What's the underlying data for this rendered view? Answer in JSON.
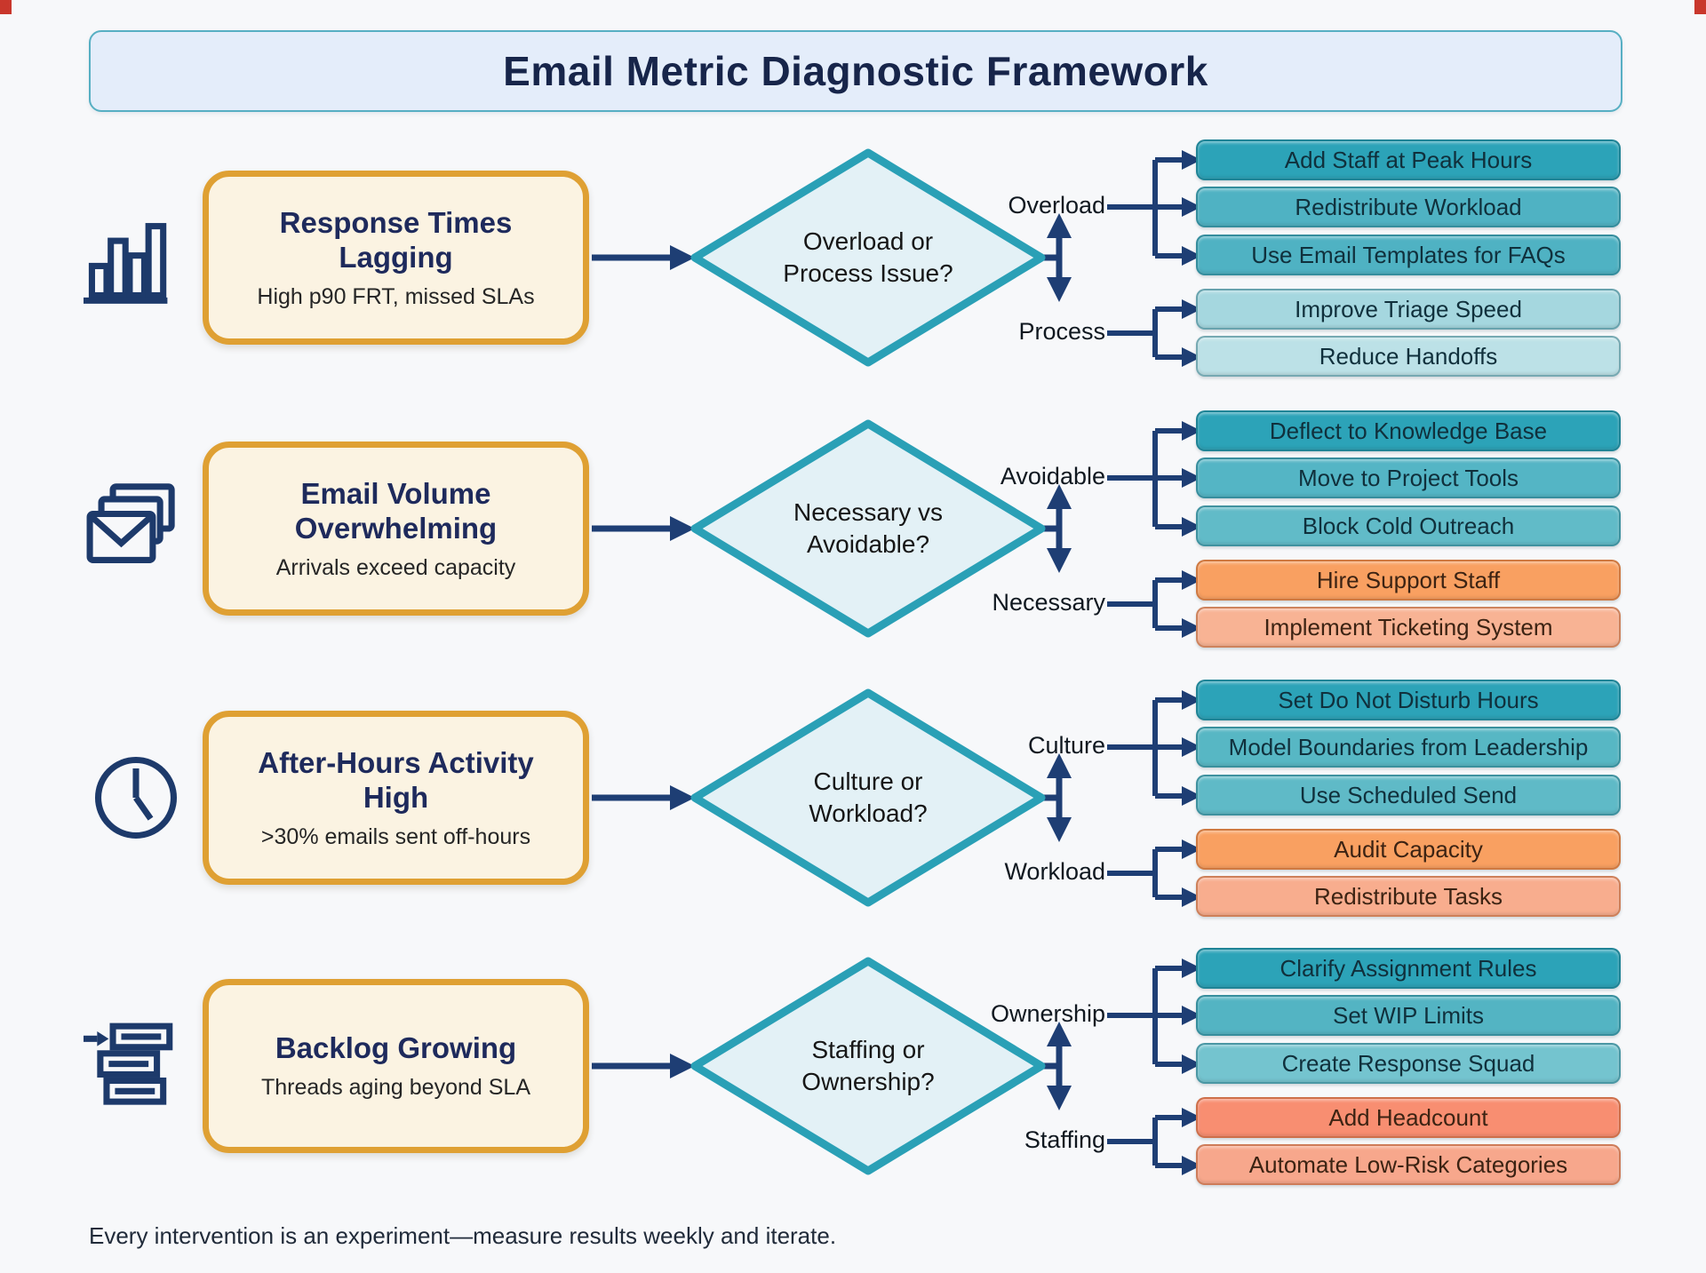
{
  "title": "Email Metric Diagnostic Framework",
  "footer": "Every intervention is an experiment—measure results weekly and iterate.",
  "palette": {
    "background": "#f7f8fa",
    "title_fill": "#e4edfa",
    "title_border": "#57afc3",
    "problem_fill": "#fbf3e2",
    "problem_border": "#dfa033",
    "diamond_fill": "#e3f1f6",
    "diamond_border": "#2aa0b6",
    "arrow_navy": "#1e3e74",
    "icon_navy": "#1d3a6b",
    "corner_mark_red": "#c9372c"
  },
  "rows": [
    {
      "icon": "bar-chart-icon",
      "problem": {
        "title": "Response Times Lagging",
        "subtitle": "High p90 FRT, missed SLAs"
      },
      "decision": {
        "line1": "Overload or",
        "line2": "Process Issue?"
      },
      "branch_top": {
        "label": "Overload",
        "actions": [
          {
            "label": "Add Staff at Peak Hours",
            "bg": "#2ca3b8"
          },
          {
            "label": "Redistribute Workload",
            "bg": "#4fb2c3"
          },
          {
            "label": "Use Email Templates for FAQs",
            "bg": "#4fb2c3"
          }
        ]
      },
      "branch_bottom": {
        "label": "Process",
        "actions": [
          {
            "label": "Improve Triage Speed",
            "bg": "#a5d7df"
          },
          {
            "label": "Reduce Handoffs",
            "bg": "#bce1e7"
          }
        ]
      }
    },
    {
      "icon": "envelopes-icon",
      "problem": {
        "title": "Email Volume Overwhelming",
        "subtitle": "Arrivals exceed capacity"
      },
      "decision": {
        "line1": "Necessary vs",
        "line2": "Avoidable?"
      },
      "branch_top": {
        "label": "Avoidable",
        "actions": [
          {
            "label": "Deflect to Knowledge Base",
            "bg": "#2ca3b8"
          },
          {
            "label": "Move to Project Tools",
            "bg": "#54b5c5"
          },
          {
            "label": "Block Cold Outreach",
            "bg": "#61bbc8"
          }
        ]
      },
      "branch_bottom": {
        "label": "Necessary",
        "actions": [
          {
            "label": "Hire Support Staff",
            "bg": "#f9a061"
          },
          {
            "label": "Implement Ticketing System",
            "bg": "#f8b394"
          }
        ]
      }
    },
    {
      "icon": "clock-icon",
      "problem": {
        "title": "After-Hours Activity High",
        "subtitle": ">30% emails sent off-hours"
      },
      "decision": {
        "line1": "Culture or",
        "line2": "Workload?"
      },
      "branch_top": {
        "label": "Culture",
        "actions": [
          {
            "label": "Set Do Not Disturb Hours",
            "bg": "#2ca3b8"
          },
          {
            "label": "Model Boundaries from Leadership",
            "bg": "#57b7c4"
          },
          {
            "label": "Use Scheduled Send",
            "bg": "#5fbac7"
          }
        ]
      },
      "branch_bottom": {
        "label": "Workload",
        "actions": [
          {
            "label": "Audit Capacity",
            "bg": "#f9a061"
          },
          {
            "label": "Redistribute Tasks",
            "bg": "#f8ad8e"
          }
        ]
      }
    },
    {
      "icon": "backlog-stack-icon",
      "problem": {
        "title": "Backlog Growing",
        "subtitle": "Threads aging beyond SLA"
      },
      "decision": {
        "line1": "Staffing or",
        "line2": "Ownership?"
      },
      "branch_top": {
        "label": "Ownership",
        "actions": [
          {
            "label": "Clarify Assignment Rules",
            "bg": "#2ca3b8"
          },
          {
            "label": "Set WIP Limits",
            "bg": "#53b4c3"
          },
          {
            "label": "Create Response Squad",
            "bg": "#74c4cf"
          }
        ]
      },
      "branch_bottom": {
        "label": "Staffing",
        "actions": [
          {
            "label": "Add Headcount",
            "bg": "#f88e71"
          },
          {
            "label": "Automate Low-Risk Categories",
            "bg": "#f7a78c"
          }
        ]
      }
    }
  ]
}
